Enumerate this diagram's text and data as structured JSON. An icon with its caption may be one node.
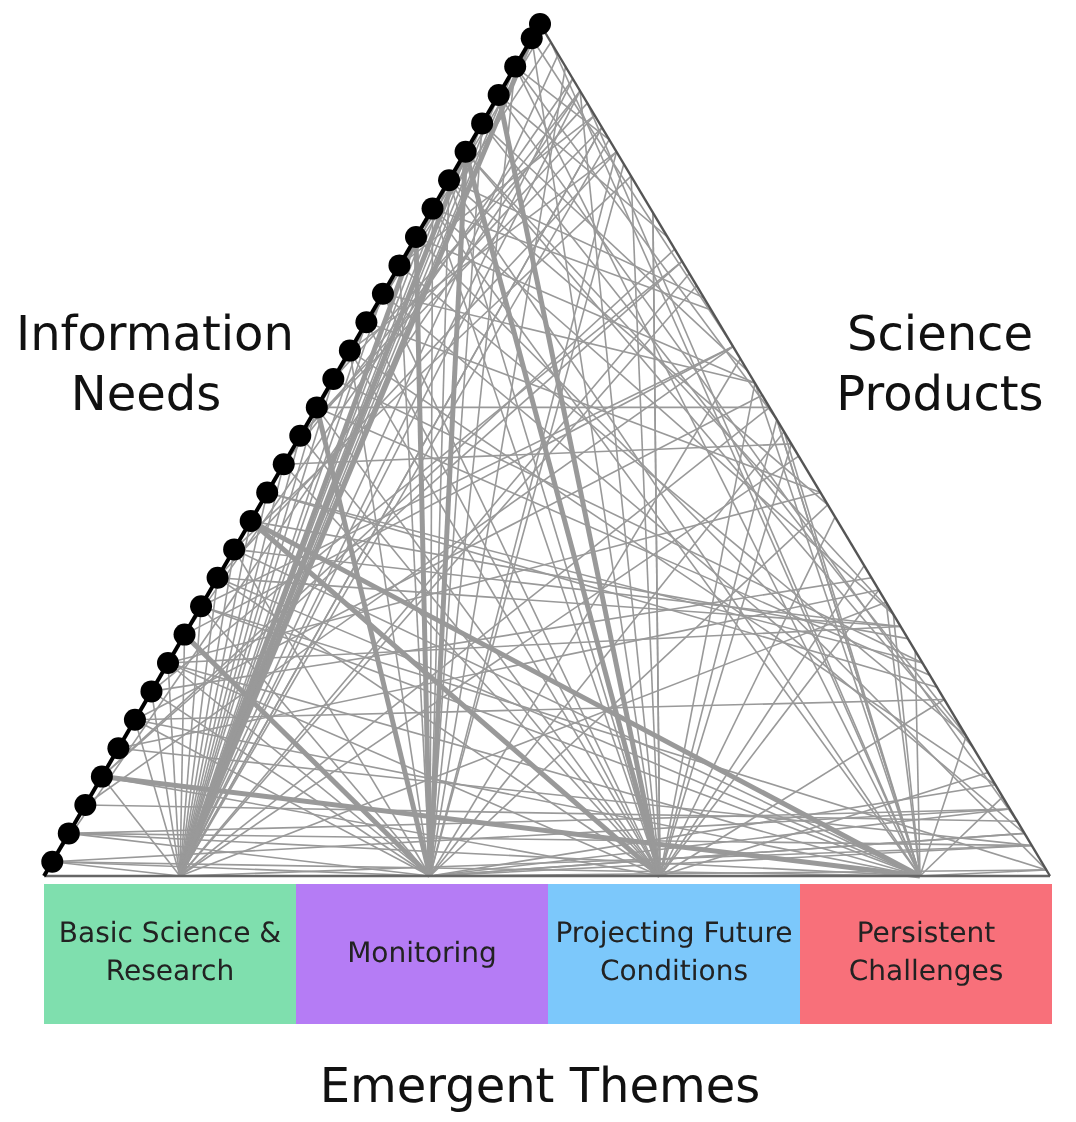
{
  "diagram": {
    "nodes": [
      {
        "text": [
          "Basic Science & Research"
        ]
      },
      {
        "text": [
          "Monitoring"
        ]
      },
      {
        "text": [
          "Projecting Future Conditions"
        ]
      },
      {
        "text": [
          "Persistent Challenges"
        ]
      }
    ],
    "labels": [
      "Information Needs",
      "Science Products",
      "Emergent Themes"
    ]
  }
}
